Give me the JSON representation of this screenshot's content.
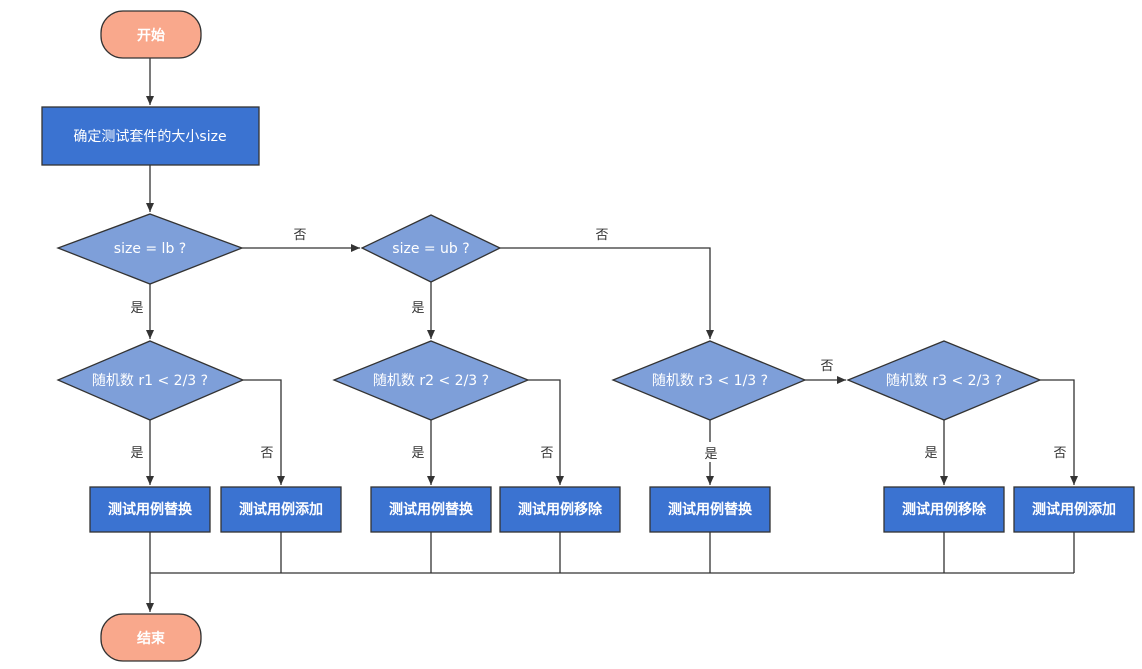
{
  "nodes": {
    "start": "开始",
    "determine_size": "确定测试套件的大小size",
    "d_size_lb": "size = lb ?",
    "d_size_ub": "size = ub ?",
    "d_r1": "随机数 r1 < 2/3 ?",
    "d_r2": "随机数 r2 < 2/3 ?",
    "d_r3a": "随机数 r3 < 1/3 ?",
    "d_r3b": "随机数 r3 < 2/3 ?",
    "p_replace_1": "测试用例替换",
    "p_add_1": "测试用例添加",
    "p_replace_2": "测试用例替换",
    "p_remove_2": "测试用例移除",
    "p_replace_3": "测试用例替换",
    "p_remove_4": "测试用例移除",
    "p_add_4": "测试用例添加",
    "end": "结束"
  },
  "edge_labels": {
    "lb_no": "否",
    "ub_no": "否",
    "lb_yes": "是",
    "ub_yes": "是",
    "r1_yes": "是",
    "r1_no": "否",
    "r2_yes": "是",
    "r2_no": "否",
    "r3a_no": "否",
    "r3a_yes": "是",
    "r3b_yes": "是",
    "r3b_no": "否"
  },
  "colors": {
    "terminal": "#f9a88c",
    "process": "#3b73d1",
    "decision": "#7e9fd9",
    "line": "#333333"
  }
}
